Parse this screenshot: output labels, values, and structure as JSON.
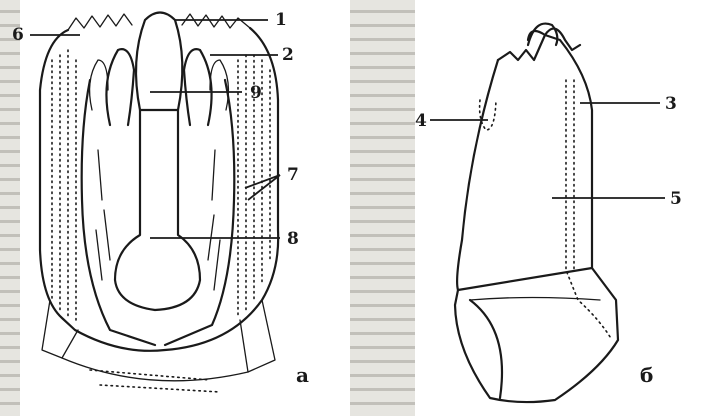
{
  "figure": {
    "panel_a": {
      "letter": "а",
      "callouts": {
        "one": "1",
        "two": "2",
        "six": "6",
        "seven": "7",
        "eight": "8",
        "nine": "9"
      }
    },
    "panel_b": {
      "letter": "б",
      "callouts": {
        "three": "3",
        "four": "4",
        "five": "5"
      }
    },
    "colors": {
      "ink": "#1a1a1a",
      "paper": "#d9d7d0"
    }
  }
}
